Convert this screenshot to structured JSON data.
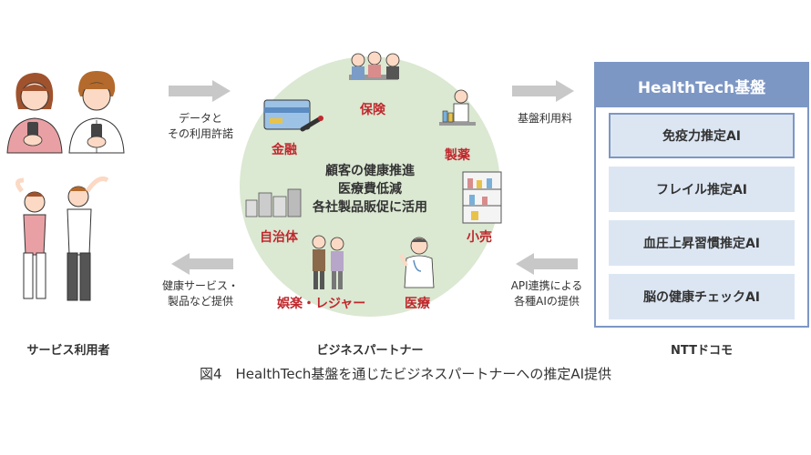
{
  "users": {
    "label": "サービス利用者"
  },
  "partner": {
    "label": "ビジネスパートナー",
    "center_lines": [
      "顧客の健康推進",
      "医療費低減",
      "各社製品販促に活用"
    ],
    "segments": [
      "保険",
      "金融",
      "製薬",
      "自治体",
      "小売",
      "娯楽・レジャー",
      "医療"
    ]
  },
  "docomo": {
    "label": "NTTドコモ"
  },
  "arrows": {
    "top_left": [
      "データと",
      "その利用許諾"
    ],
    "top_right": [
      "基盤利用料"
    ],
    "bottom_left": [
      "健康サービス・",
      "製品など提供"
    ],
    "bottom_right": [
      "API連携による",
      "各種AIの提供"
    ]
  },
  "platform": {
    "title": "HealthTech基盤",
    "items": [
      "免疫力推定AI",
      "フレイル推定AI",
      "血圧上昇習慣推定AI",
      "脳の健康チェックAI"
    ]
  },
  "figure_caption": "図4　HealthTech基盤を通じたビジネスパートナーへの推定AI提供",
  "colors": {
    "accent": "#7d97c4",
    "segment_red": "#c0282d",
    "circle": "#dbe8d2",
    "box": "#dce6f3",
    "arrow": "#c8c8c8"
  }
}
